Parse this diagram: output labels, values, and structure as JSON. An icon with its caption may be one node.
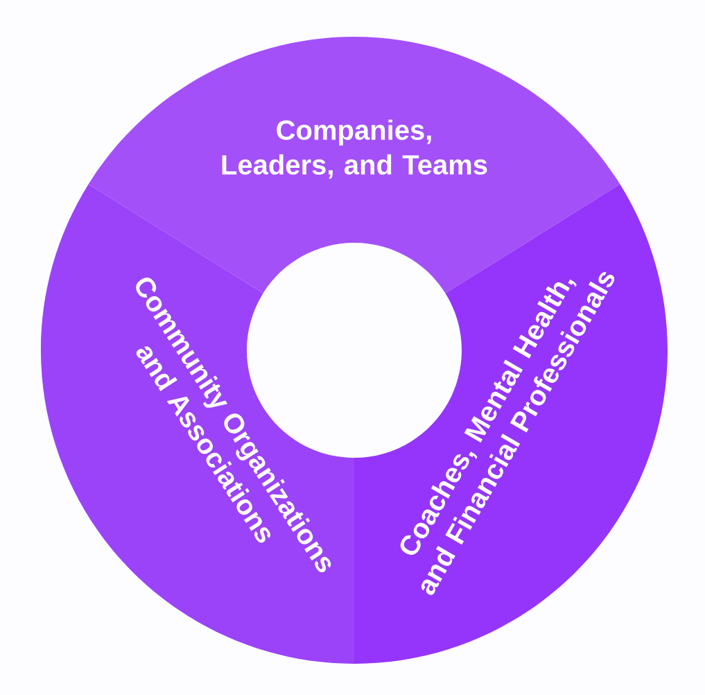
{
  "diagram": {
    "nodes": [
      {
        "text": [
          "Companies, Leaders, and Teams"
        ]
      },
      {
        "text": [
          "Community Organizations and Associations"
        ]
      },
      {
        "text": [
          "Coaches, Mental Health, and Financial Professionals"
        ]
      }
    ]
  }
}
